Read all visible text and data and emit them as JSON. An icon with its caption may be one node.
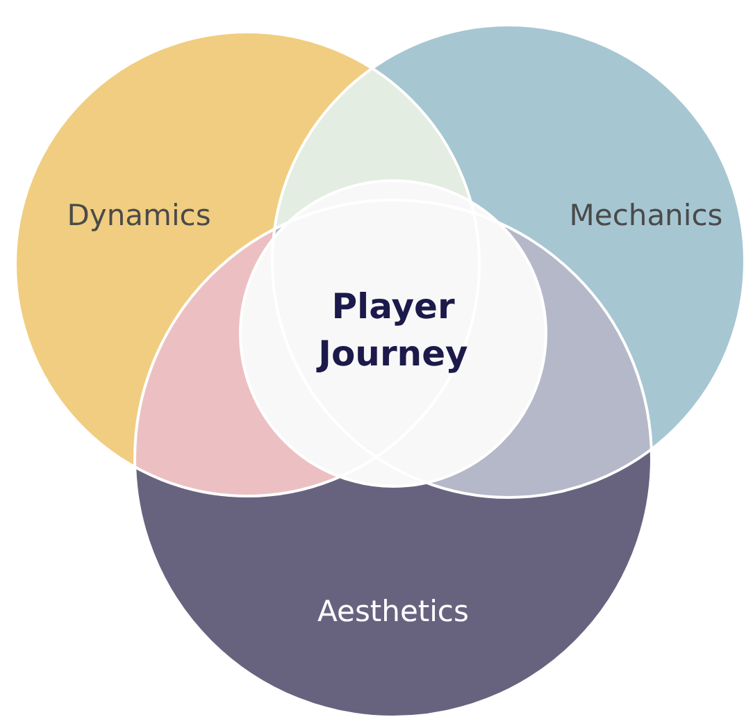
{
  "diagram": {
    "nodes": [
      {
        "text": [
          "Dynamics"
        ]
      },
      {
        "text": [
          "Mechanics"
        ]
      },
      {
        "text": [
          "Aesthetics"
        ]
      },
      {
        "text": [
          "Player Journey"
        ]
      }
    ]
  }
}
